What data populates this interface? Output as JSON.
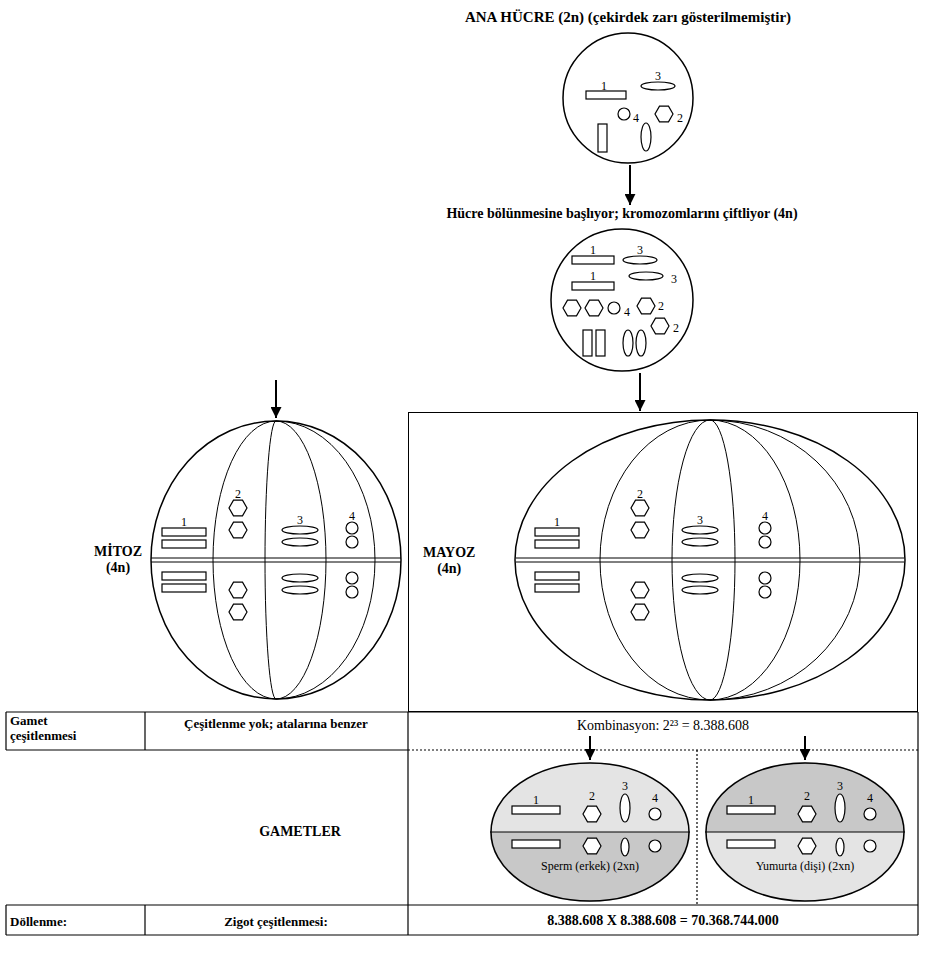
{
  "diagram": {
    "nodes": [
      {
        "text": [
          "ANA HÜCRE (2n) (çekirdek zarı gösterilmemiştir)"
        ]
      },
      {
        "text": [
          "Hücre bölünmesine başlıyor; kromozomlarını çiftliyor (4n)"
        ]
      },
      {
        "text": [
          "MİTOZ (4n)"
        ]
      },
      {
        "text": [
          "MAYOZ (4n)"
        ]
      },
      {
        "text": [
          "Sperm (erkek) (2xn)"
        ]
      },
      {
        "text": [
          "Yumurta (dişi) (2xn)"
        ]
      }
    ],
    "edges": [
      {
        "from": 0,
        "to": 1,
        "arrow": "to"
      },
      {
        "from": 1,
        "to": 3,
        "arrow": "to"
      }
    ],
    "labels": [
      "1",
      "3",
      "4",
      "2",
      "3",
      "1",
      "3",
      "1",
      "4",
      "2",
      "2",
      "1",
      "2",
      "3",
      "4",
      "1",
      "2",
      "3",
      "4",
      "Gamet çeşitlenmesi",
      "Çeşitlenme yok; atalarına benzer",
      "Kombinasyon: 2²³ = 8.388.608",
      "GAMETLER",
      "1",
      "2",
      "3",
      "4",
      "1",
      "2",
      "3",
      "4",
      "Döllenme:",
      "Zigot çeşitlenmesi:",
      "8.388.608 X 8.388.608 = 70.368.744.000"
    ]
  }
}
